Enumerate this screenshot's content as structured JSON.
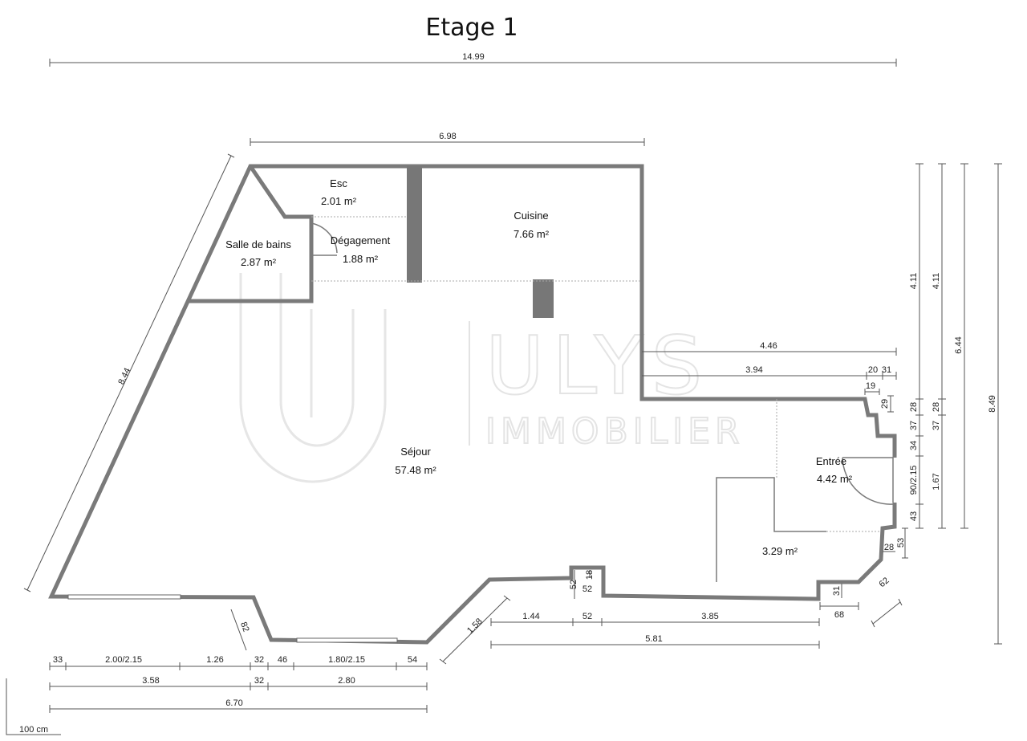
{
  "title": "Etage 1",
  "rooms": {
    "esc": {
      "name": "Esc",
      "area": "2.01 m²"
    },
    "cuisine": {
      "name": "Cuisine",
      "area": "7.66 m²"
    },
    "salle_de_bains": {
      "name": "Salle de bains",
      "area": "2.87 m²"
    },
    "degagement": {
      "name": "Dégagement",
      "area": "1.88 m²"
    },
    "sejour": {
      "name": "Séjour",
      "area": "57.48 m²"
    },
    "entree": {
      "name": "Entrée",
      "area": "4.42 m²"
    },
    "unnamed": {
      "area": "3.29 m²"
    }
  },
  "watermark": {
    "brand": "ULYS",
    "sub": "IMMOBILIER"
  },
  "dims": {
    "total_width": "14.99",
    "top_width": "6.98",
    "left_diag": "8.44",
    "d446": "4.46",
    "d394": "3.94",
    "d20": "20",
    "d31": "31",
    "d19": "19",
    "d29": "29",
    "r28a": "28",
    "r37a": "37",
    "r34": "34",
    "r90": "90/2.15",
    "r43": "43",
    "r28b": "28",
    "r37b": "37",
    "r167": "1.67",
    "r411a": "4.11",
    "r411b": "4.11",
    "r644": "6.44",
    "r849": "8.49",
    "d53": "53",
    "d28c": "28",
    "d62": "62",
    "d31b": "31",
    "d68": "68",
    "d52a": "52",
    "d18": "18",
    "d52b": "52",
    "d144": "1.44",
    "d52c": "52",
    "d385": "3.85",
    "d581": "5.81",
    "d158": "1.58",
    "d82": "82",
    "b33": "33",
    "b200": "2.00/2.15",
    "b126": "1.26",
    "b32": "32",
    "b46": "46",
    "b180": "1.80/2.15",
    "b54": "54",
    "b358": "3.58",
    "b32b": "32",
    "b280": "2.80",
    "b670": "6.70"
  },
  "scale": "100 cm"
}
